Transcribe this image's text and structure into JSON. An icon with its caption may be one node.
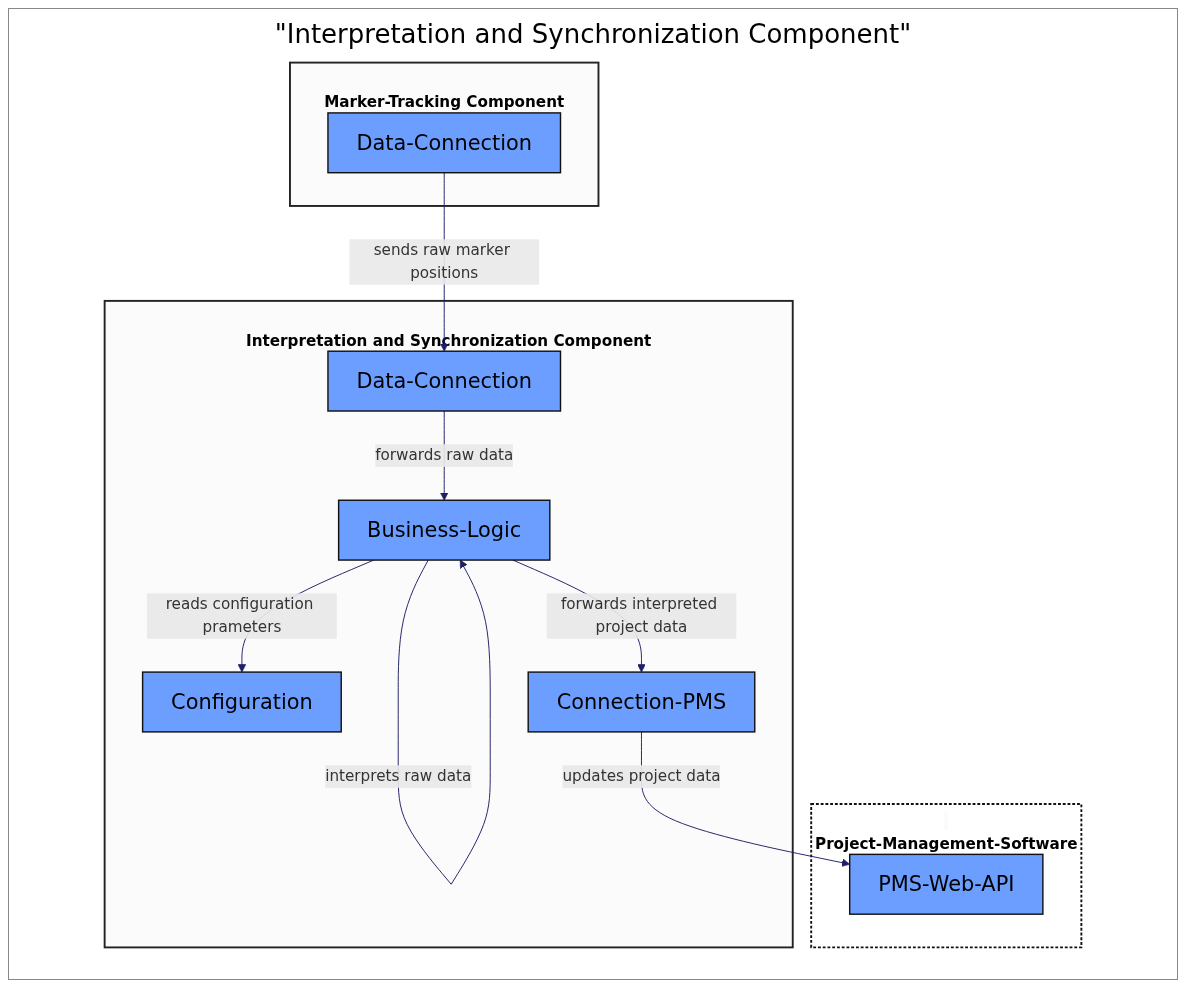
{
  "diagram": {
    "title": "\"Interpretation and Synchronization Component\"",
    "nodes": [
      {
        "text": [
          "Marker-Tracking Component"
        ]
      },
      {
        "text": [
          "Data-Connection"
        ],
        "in": 0
      },
      {
        "text": [
          "Interpretation and Synchronization Component"
        ]
      },
      {
        "text": [
          "Data-Connection"
        ],
        "in": 2
      },
      {
        "text": [
          "Configuration"
        ],
        "in": 2
      },
      {
        "text": [
          "Business-Logic"
        ],
        "in": 2
      },
      {
        "text": [
          "Connection-PMS"
        ],
        "in": 2
      },
      {
        "text": [
          "Project-Management-Software"
        ]
      },
      {
        "text": [
          "PMS-Web-API"
        ],
        "in": 7
      }
    ],
    "edges": [
      {
        "from": 1,
        "to": 3,
        "arrow": "to",
        "label": "sends raw marker positions"
      },
      {
        "from": 3,
        "to": 5,
        "arrow": "to",
        "label": "forwards raw data"
      },
      {
        "from": 5,
        "to": 4,
        "arrow": "to",
        "label": "reads configuration prameters"
      },
      {
        "from": 5,
        "to": 5,
        "arrow": "to",
        "label": "interprets raw data"
      },
      {
        "from": 5,
        "to": 6,
        "arrow": "to",
        "label": "forwards interpreted project data"
      },
      {
        "from": 6,
        "to": 8,
        "arrow": "to",
        "label": "updates project data"
      }
    ]
  }
}
